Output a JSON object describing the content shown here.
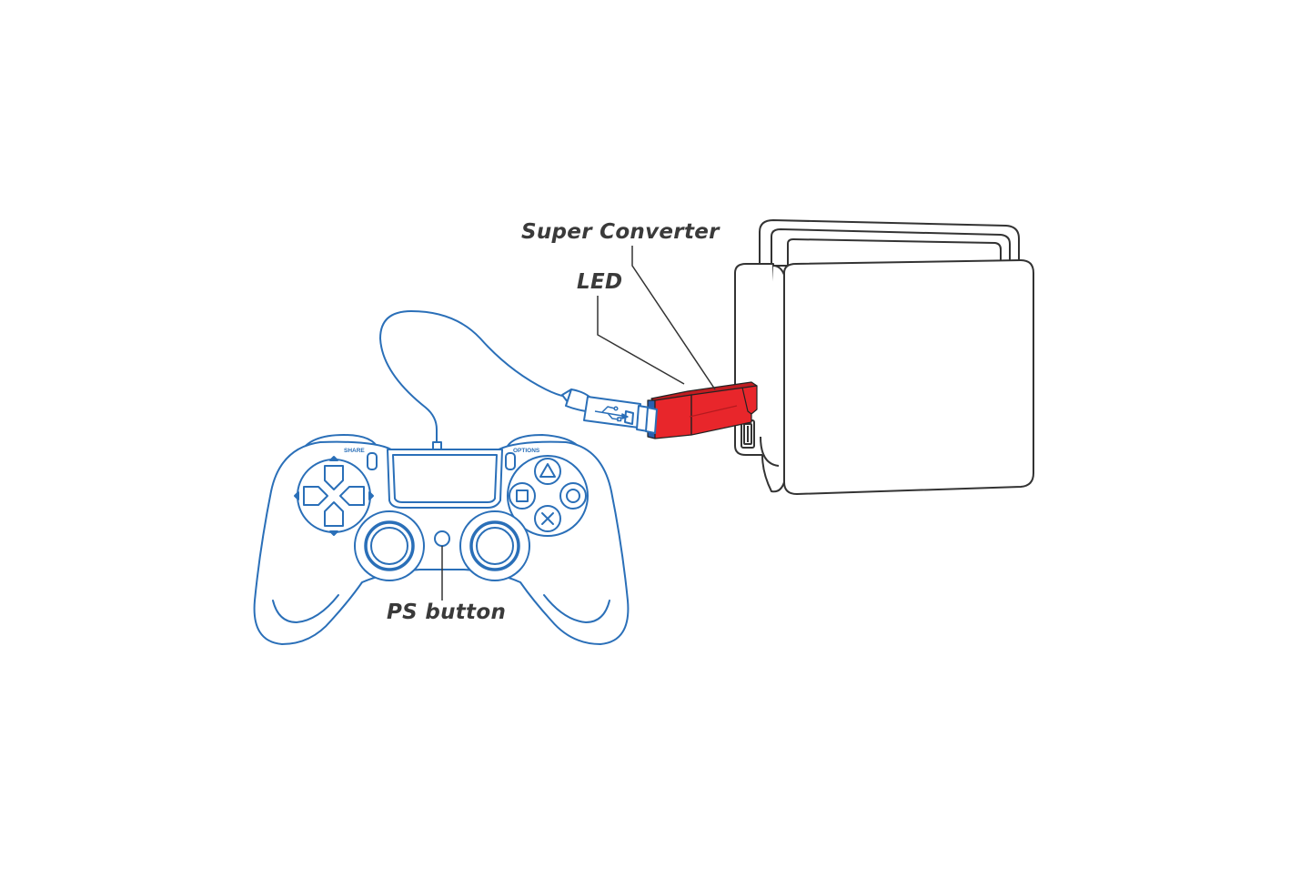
{
  "labels": {
    "super_converter": "Super Converter",
    "led": "LED",
    "ps_button": "PS button"
  },
  "controller_text": {
    "share": "SHARE",
    "options": "OPTIONS"
  },
  "colors": {
    "controller_line": "#2a6fb8",
    "console_line": "#333333",
    "converter_fill": "#e8262b",
    "converter_accent": "#2a5fb0",
    "label_text": "#3a3a3a",
    "leader_line": "#333333"
  },
  "icons": {
    "usb": "usb-trident-icon"
  }
}
